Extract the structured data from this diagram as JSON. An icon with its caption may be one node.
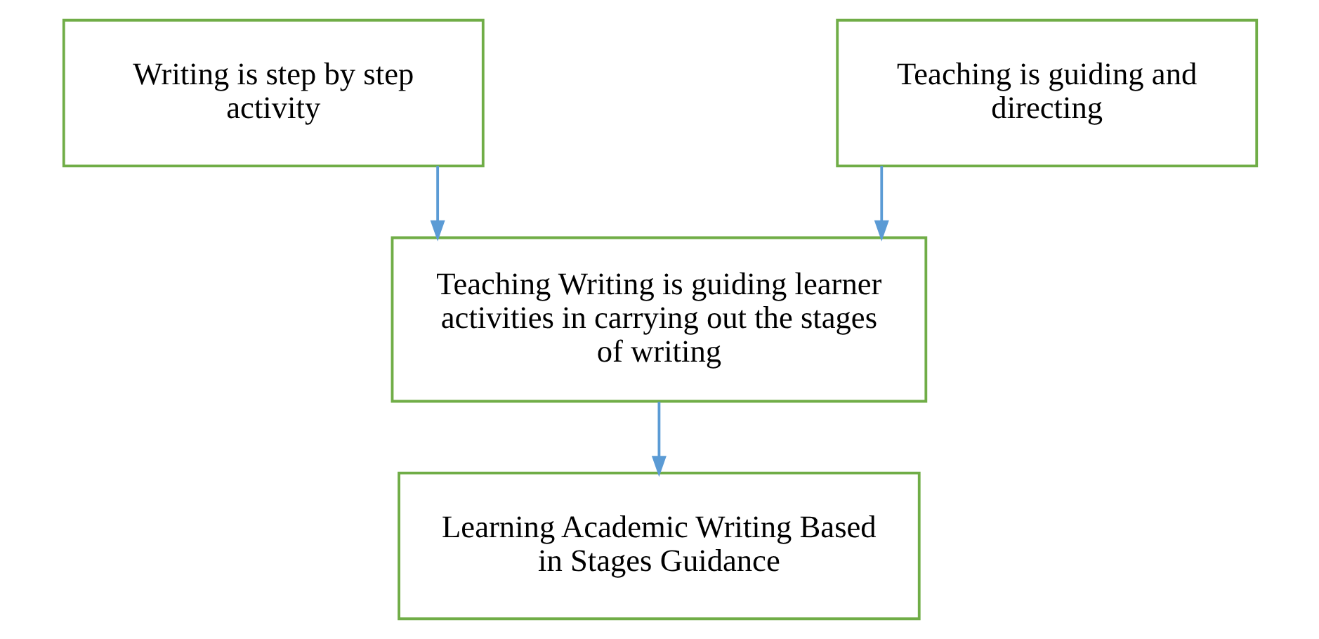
{
  "diagram": {
    "nodes": [
      {
        "text": [
          "Writing is step by step activity"
        ]
      },
      {
        "text": [
          "Teaching is guiding and directing"
        ]
      },
      {
        "text": [
          "Teaching Writing is guiding learner activities in carrying out the stages of writing"
        ]
      },
      {
        "text": [
          "Learning Academic Writing Based in Stages Guidance"
        ]
      }
    ],
    "edges": [
      {
        "from": 0,
        "to": 2,
        "arrow": "to"
      },
      {
        "from": 1,
        "to": 2,
        "arrow": "to"
      },
      {
        "from": 2,
        "to": 3,
        "arrow": "to"
      }
    ]
  }
}
